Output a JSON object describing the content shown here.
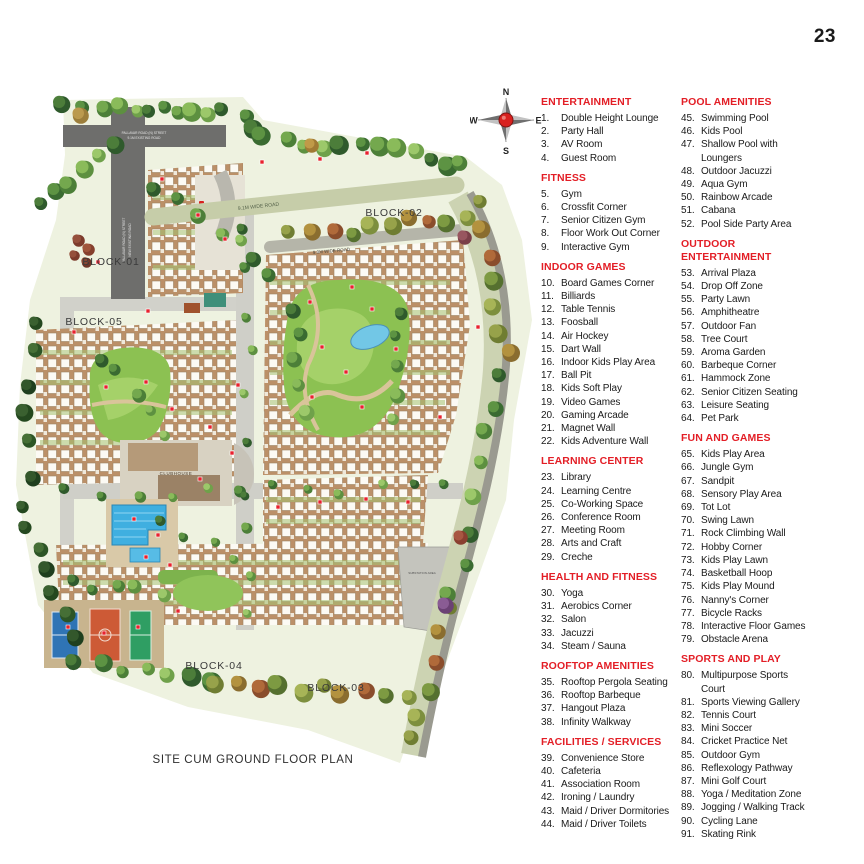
{
  "page": {
    "number": "23"
  },
  "compass": {
    "n": "N",
    "e": "E",
    "s": "S",
    "w": "W"
  },
  "colors": {
    "accent_red": "#e31e26",
    "pool_blue": "#3fafe0",
    "court_blue": "#2f74b5",
    "court_orange": "#cd5a36",
    "court_green": "#2f9e63",
    "park_green": "#8cc152"
  },
  "map": {
    "labels": {
      "block01": "BLOCK-01",
      "block02": "BLOCK-02",
      "block03": "BLOCK-03",
      "block04": "BLOCK-04",
      "block05": "BLOCK-05",
      "clubhouse": "CLUBHOUSE",
      "road_wide1": "9.1M WIDE ROAD",
      "road_wide2": "9.0M WIDE ROAD",
      "road_top_line1": "PALLAVAR ROAD (N) STREET",
      "road_top_line2": "9.1M EXISTING ROAD",
      "road_vert_line1": "PALLAVAR ROAD (N) STREET",
      "road_vert_line2": "NEW EXISTING ROAD",
      "substation": "SUBSTATION AREA",
      "caption": "SITE CUM GROUND FLOOR PLAN"
    }
  },
  "legend": {
    "columns": [
      {
        "sections": [
          {
            "title": "ENTERTAINMENT",
            "items": [
              {
                "num": "1.",
                "label": "Double Height Lounge"
              },
              {
                "num": "2.",
                "label": "Party  Hall"
              },
              {
                "num": "3.",
                "label": "AV Room"
              },
              {
                "num": "4.",
                "label": "Guest Room"
              }
            ]
          },
          {
            "title": "FITNESS",
            "items": [
              {
                "num": "5.",
                "label": "Gym"
              },
              {
                "num": "6.",
                "label": "Crossfit Corner"
              },
              {
                "num": "7.",
                "label": "Senior Citizen Gym"
              },
              {
                "num": "8.",
                "label": "Floor Work Out Corner"
              },
              {
                "num": "9.",
                "label": "Interactive Gym"
              }
            ]
          },
          {
            "title": "INDOOR GAMES",
            "items": [
              {
                "num": "10.",
                "label": "Board Games Corner"
              },
              {
                "num": "11.",
                "label": "Billiards"
              },
              {
                "num": "12.",
                "label": "Table Tennis"
              },
              {
                "num": "13.",
                "label": "Foosball"
              },
              {
                "num": "14.",
                "label": "Air Hockey"
              },
              {
                "num": "15.",
                "label": "Dart Wall"
              },
              {
                "num": "16.",
                "label": "Indoor Kids Play Area"
              },
              {
                "num": "17.",
                "label": "Ball Pit"
              },
              {
                "num": "18.",
                "label": "Kids Soft Play"
              },
              {
                "num": "19.",
                "label": "Video Games"
              },
              {
                "num": "20.",
                "label": "Gaming Arcade"
              },
              {
                "num": "21.",
                "label": "Magnet Wall"
              },
              {
                "num": "22.",
                "label": "Kids Adventure Wall"
              }
            ]
          },
          {
            "title": "LEARNING CENTER",
            "items": [
              {
                "num": "23.",
                "label": "Library"
              },
              {
                "num": "24.",
                "label": "Learning Centre"
              },
              {
                "num": "25.",
                "label": "Co-Working Space"
              },
              {
                "num": "26.",
                "label": "Conference Room"
              },
              {
                "num": "27.",
                "label": "Meeting Room"
              },
              {
                "num": "28.",
                "label": "Arts and Craft"
              },
              {
                "num": "29.",
                "label": "Creche"
              }
            ]
          },
          {
            "title": "HEALTH AND FITNESS",
            "items": [
              {
                "num": "30.",
                "label": "Yoga"
              },
              {
                "num": "31.",
                "label": "Aerobics Corner"
              },
              {
                "num": "32.",
                "label": "Salon"
              },
              {
                "num": "33.",
                "label": "Jacuzzi"
              },
              {
                "num": "34.",
                "label": "Steam / Sauna"
              }
            ]
          },
          {
            "title": "ROOFTOP AMENITIES",
            "items": [
              {
                "num": "35.",
                "label": "Rooftop Pergola Seating"
              },
              {
                "num": "36.",
                "label": "Rooftop Barbeque"
              },
              {
                "num": "37.",
                "label": "Hangout Plaza"
              },
              {
                "num": "38.",
                "label": "Infinity Walkway"
              }
            ]
          },
          {
            "title": "FACILITIES / SERVICES",
            "items": [
              {
                "num": "39.",
                "label": "Convenience Store"
              },
              {
                "num": "40.",
                "label": "Cafeteria"
              },
              {
                "num": "41.",
                "label": "Association Room"
              },
              {
                "num": "42.",
                "label": "Ironing / Laundry"
              },
              {
                "num": "43.",
                "label": "Maid / Driver Dormitories"
              },
              {
                "num": "44.",
                "label": "Maid / Driver Toilets"
              }
            ]
          }
        ]
      },
      {
        "sections": [
          {
            "title": "POOL AMENITIES",
            "items": [
              {
                "num": "45.",
                "label": "Swimming Pool"
              },
              {
                "num": "46.",
                "label": "Kids Pool"
              },
              {
                "num": "47.",
                "label": "Shallow Pool with Loungers"
              },
              {
                "num": "48.",
                "label": "Outdoor Jacuzzi"
              },
              {
                "num": "49.",
                "label": "Aqua Gym"
              },
              {
                "num": "50.",
                "label": "Rainbow Arcade"
              },
              {
                "num": "51.",
                "label": "Cabana"
              },
              {
                "num": "52.",
                "label": "Pool Side Party Area"
              }
            ]
          },
          {
            "title": "OUTDOOR ENTERTAINMENT",
            "items": [
              {
                "num": "53.",
                "label": "Arrival Plaza"
              },
              {
                "num": "54.",
                "label": "Drop Off Zone"
              },
              {
                "num": "55.",
                "label": "Party Lawn"
              },
              {
                "num": "56.",
                "label": "Amphitheatre"
              },
              {
                "num": "57.",
                "label": "Outdoor Fan"
              },
              {
                "num": "58.",
                "label": "Tree Court"
              },
              {
                "num": "59.",
                "label": "Aroma Garden"
              },
              {
                "num": "60.",
                "label": "Barbeque Corner"
              },
              {
                "num": "61.",
                "label": "Hammock Zone"
              },
              {
                "num": "62.",
                "label": "Senior Citizen Seating"
              },
              {
                "num": "63.",
                "label": "Leisure Seating"
              },
              {
                "num": "64.",
                "label": "Pet Park"
              }
            ]
          },
          {
            "title": "FUN AND GAMES",
            "items": [
              {
                "num": "65.",
                "label": "Kids Play Area"
              },
              {
                "num": "66.",
                "label": "Jungle Gym"
              },
              {
                "num": "67.",
                "label": "Sandpit"
              },
              {
                "num": "68.",
                "label": "Sensory Play Area"
              },
              {
                "num": "69.",
                "label": "Tot Lot"
              },
              {
                "num": "70.",
                "label": "Swing Lawn"
              },
              {
                "num": "71.",
                "label": "Rock Climbing Wall"
              },
              {
                "num": "72.",
                "label": "Hobby Corner"
              },
              {
                "num": "73.",
                "label": "Kids Play Lawn"
              },
              {
                "num": "74.",
                "label": "Basketball Hoop"
              },
              {
                "num": "75.",
                "label": "Kids Play Mound"
              },
              {
                "num": "76.",
                "label": "Nanny's Corner"
              },
              {
                "num": "77.",
                "label": "Bicycle Racks"
              },
              {
                "num": "78.",
                "label": "Interactive Floor Games"
              },
              {
                "num": "79.",
                "label": "Obstacle Arena"
              }
            ]
          },
          {
            "title": "SPORTS AND PLAY",
            "items": [
              {
                "num": "80.",
                "label": "Multipurpose Sports Court"
              },
              {
                "num": "81.",
                "label": "Sports Viewing Gallery"
              },
              {
                "num": "82.",
                "label": "Tennis Court"
              },
              {
                "num": "83.",
                "label": "Mini Soccer"
              },
              {
                "num": "84.",
                "label": "Cricket Practice Net"
              },
              {
                "num": "85.",
                "label": "Outdoor Gym"
              },
              {
                "num": "86.",
                "label": "Reflexology Pathway"
              },
              {
                "num": "87.",
                "label": "Mini Golf Court"
              },
              {
                "num": "88.",
                "label": "Yoga / Meditation Zone"
              },
              {
                "num": "89.",
                "label": "Jogging / Walking Track"
              },
              {
                "num": "90.",
                "label": "Cycling Lane"
              },
              {
                "num": "91.",
                "label": "Skating Rink"
              }
            ]
          }
        ]
      }
    ]
  }
}
